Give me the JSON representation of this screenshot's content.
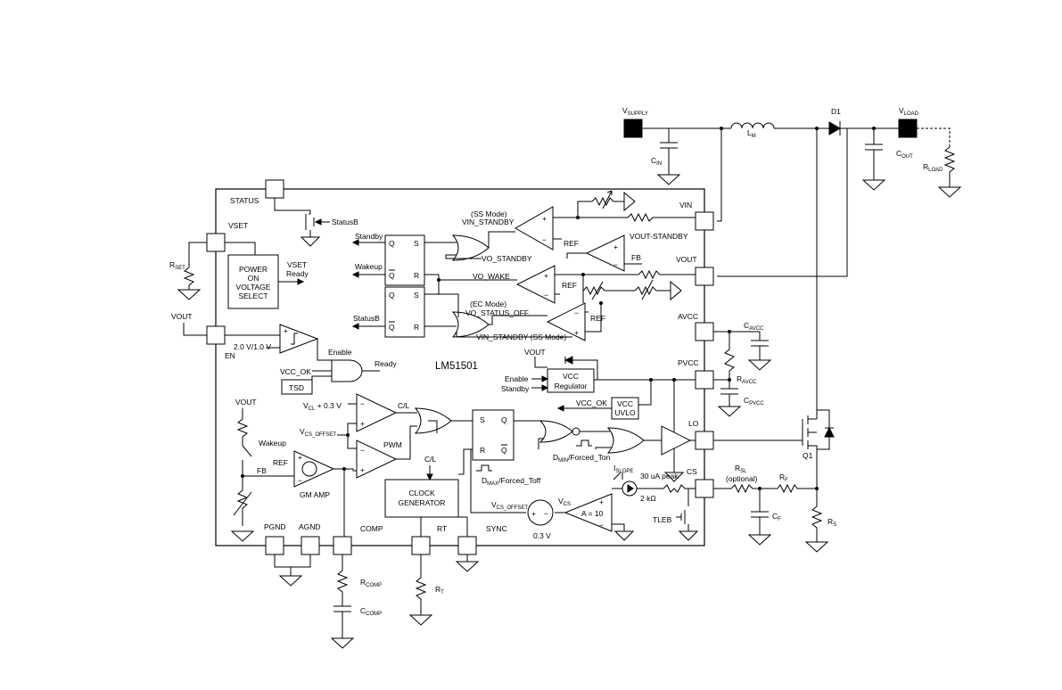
{
  "chip": {
    "name": "LM51501"
  },
  "pins": {
    "status": "STATUS",
    "vset": "VSET",
    "vin": "VIN",
    "vout": "VOUT",
    "avcc": "AVCC",
    "pvcc": "PVCC",
    "lo": "LO",
    "cs": "CS",
    "pgnd": "PGND",
    "agnd": "AGND",
    "comp": "COMP",
    "rt": "RT",
    "sync": "SYNC",
    "en": "EN"
  },
  "blocks": {
    "power_on_line1": "POWER",
    "power_on_line2": "ON",
    "power_on_line3": "VOLTAGE",
    "power_on_line4": "SELECT",
    "vcc_reg_line1": "VCC",
    "vcc_reg_line2": "Regulator",
    "vcc_uvlo_line1": "VCC",
    "vcc_uvlo_line2": "UVLO",
    "tsd": "TSD",
    "clock_line1": "CLOCK",
    "clock_line2": "GENERATOR",
    "amp_gain": "A = 10"
  },
  "signals": {
    "status_b": "StatusB",
    "vset_ready_1": "VSET",
    "vset_ready_2": "Ready",
    "vout_left": "VOUT",
    "en_threshold": "2.0 V/1.0 V",
    "enable": "Enable",
    "vcc_ok": "VCC_OK",
    "ready": "Ready",
    "standby": "Standby",
    "wakeup": "Wakeup",
    "status_b_out": "StatusB",
    "ss_mode": "(SS Mode)",
    "vin_standby": "VIN_STANDBY",
    "ref1": "REF",
    "vout_standby": "VOUT-STANDBY",
    "fb1": "FB",
    "vo_standby": "VO_STANDBY",
    "vo_wake": "VO_WAKE",
    "ref2": "REF",
    "ec_mode": "(EC Mode)",
    "vo_status_off": "VO_STATUS_OFF",
    "ref3": "REF",
    "vin_standby_ss": "VIN_STANDBY (SS Mode)",
    "vout_reg": "VOUT",
    "enable_reg": "Enable",
    "standby_reg": "Standby",
    "vcc_ok2": "VCC_OK",
    "vcl_main": "V",
    "vcl_sub": "CL",
    "vcl_rest": " + 0.3 V",
    "cl": "C/L",
    "cl2": "C/L",
    "vcsoff_main": "V",
    "vcsoff_sub": "CS_OFFSET",
    "pwm": "PWM",
    "vout_fb": "VOUT",
    "wakeup_fb": "Wakeup",
    "fb_node": "FB",
    "ref_gm": "REF",
    "gm_amp": "GM AMP",
    "s": "S",
    "q": "Q",
    "r": "R",
    "qbar": "Q",
    "dmin_main": "D",
    "dmin_sub": "MIN",
    "dmin_rest": "/Forced_Ton",
    "dmax_main": "D",
    "dmax_sub": "MAX",
    "dmax_rest": "/Forced_Toff",
    "islope_main": "I",
    "islope_sub": "SLOPE",
    "islope_peak": "30 uA peak",
    "r2k": "2 kΩ",
    "vcs_main": "V",
    "vcs_sub": "CS",
    "vcsoff2_main": "V",
    "vcsoff2_sub": "CS_OFFSET",
    "v03": "0.3 V",
    "tleb": "TLEB"
  },
  "external": {
    "vsupply_main": "V",
    "vsupply_sub": "SUPPLY",
    "cin_main": "C",
    "cin_sub": "IN",
    "lm_main": "L",
    "lm_sub": "M",
    "d1": "D1",
    "vload_main": "V",
    "vload_sub": "LOAD",
    "cout_main": "C",
    "cout_sub": "OUT",
    "rload_main": "R",
    "rload_sub": "LOAD",
    "rset_main": "R",
    "rset_sub": "SET",
    "cavcc_main": "C",
    "cavcc_sub": "AVCC",
    "ravcc_main": "R",
    "ravcc_sub": "AVCC",
    "cpvcc_main": "C",
    "cpvcc_sub": "PVCC",
    "q1": "Q1",
    "rsl_main": "R",
    "rsl_sub": "SL",
    "rsl_opt": "(optional)",
    "rf_main": "R",
    "rf_sub": "F",
    "cf_main": "C",
    "cf_sub": "F",
    "rs_main": "R",
    "rs_sub": "S",
    "rcomp_main": "R",
    "rcomp_sub": "COMP",
    "ccomp_main": "C",
    "ccomp_sub": "COMP",
    "rt_main": "R",
    "rt_sub": "T"
  }
}
